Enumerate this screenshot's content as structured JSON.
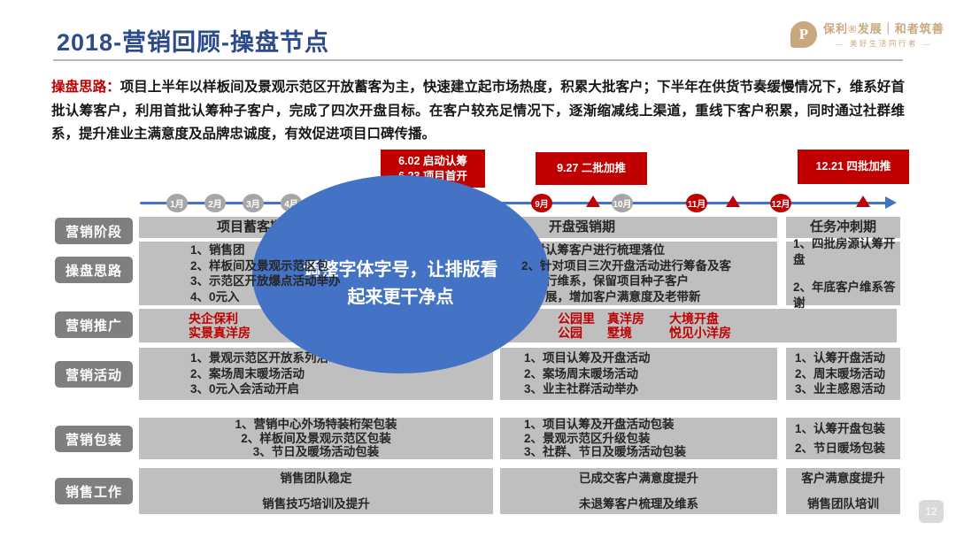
{
  "colors": {
    "title_blue": "#2B4B8C",
    "accent_red": "#C00000",
    "timeline_blue": "#4472C4",
    "cell_gray": "#BFBFBF",
    "label_gray": "#7F7F7F",
    "annotation_blue": "#4472C4",
    "logo_tan": "#C9A87E"
  },
  "header": {
    "title": "2018-营销回顾-操盘节点",
    "logo": {
      "mark": "P",
      "line1": "保利®发展｜和者筑善",
      "line2": "— 美好生活同行者 —"
    }
  },
  "intro": {
    "label": "操盘思路：",
    "text": "项目上半年以样板间及景观示范区开放蓄客为主，快速建立起市场热度，积累大批客户；下半年在供货节奏缓慢情况下，维系好首批认筹客户，利用首批认筹种子客户，完成了四次开盘目标。在客户较充足情况下，逐渐缩减线上渠道，重线下客户积累，同时通过社群维系，提升准业主满意度及品牌忠诚度，有效促进项目口碑传播。"
  },
  "timeline": {
    "milestones": [
      {
        "lines": [
          "6.02 启动认筹",
          "6.23 项目首开"
        ]
      },
      {
        "lines": [
          "9.27  二批加推"
        ]
      },
      {
        "lines": [
          "12.21 四批加推"
        ]
      }
    ],
    "months": [
      {
        "label": "1月",
        "tone": "gray"
      },
      {
        "label": "2月",
        "tone": "gray"
      },
      {
        "label": "3月",
        "tone": "gray"
      },
      {
        "label": "4月",
        "tone": "gray"
      },
      {
        "label": "9月",
        "tone": "red"
      },
      {
        "label": "10月",
        "tone": "gray"
      },
      {
        "label": "11月",
        "tone": "red"
      },
      {
        "label": "12月",
        "tone": "red"
      }
    ]
  },
  "table": {
    "rows": [
      {
        "label": "营销阶段",
        "cells": [
          {
            "lines": [
              "项目蓄客期"
            ]
          },
          {
            "lines": [
              "开盘强销期"
            ]
          },
          {
            "lines": [
              "任务冲刺期"
            ]
          }
        ]
      },
      {
        "label": "操盘思路",
        "cells": [
          {
            "lines": [
              "1、销售团",
              "2、样板间及景观示范区包",
              "3、示范区开放爆点活动举办",
              "4、0元入"
            ]
          },
          {
            "lines": [
              "，对认筹客户进行梳理落位",
              "2、针对项目三次开盘活动进行筹备及客",
              "户进行维系，保留项目种子客户",
              "动开展，增加客户满意度及老带新"
            ]
          },
          {
            "lines": [
              "1、四批房源认筹开盘",
              "2、年底客户维系答谢"
            ]
          }
        ]
      },
      {
        "label": "营销推广",
        "cells": [
          {
            "lines": [
              "央企保利",
              "实景真洋房"
            ]
          },
          {
            "lines": [
              "公园里　真洋房　　大境开盘",
              "公园　　墅境　　　悦见小洋房"
            ]
          }
        ]
      },
      {
        "label": "营销活动",
        "cells": [
          {
            "lines": [
              "1、景观示范区开放系列活动",
              "2、案场周末暖场活动",
              "3、0元入会活动开启"
            ]
          },
          {
            "lines": [
              "1、项目认筹及开盘活动",
              "2、案场周末暖场活动",
              "3、业主社群活动举办"
            ]
          },
          {
            "lines": [
              "1、认筹开盘活动",
              "2、周末暖场活动",
              "3、业主感恩活动"
            ]
          }
        ]
      },
      {
        "label": "营销包装",
        "cells": [
          {
            "lines": [
              "1、营销中心外场特装桁架包装",
              "2、样板间及景观示范区包装",
              "3、节日及暖场活动包装"
            ]
          },
          {
            "lines": [
              "1、项目认筹及开盘活动包装",
              "2、景观示范区升级包装",
              "3、社群、节日及暖场活动包装"
            ]
          },
          {
            "lines": [
              "1、认筹开盘包装",
              "2、节日暖场包装"
            ]
          }
        ]
      },
      {
        "label": "销售工作",
        "cells": [
          {
            "lines": [
              "销售团队稳定",
              "销售技巧培训及提升"
            ]
          },
          {
            "lines": [
              "已成交客户满意度提升",
              "未退筹客户梳理及维系"
            ]
          },
          {
            "lines": [
              "客户满意度提升",
              "销售团队培训"
            ]
          }
        ]
      }
    ]
  },
  "annotation": {
    "lines": [
      "调整字体字号，让排版看",
      "起来更干净点"
    ]
  },
  "page_number": "12"
}
